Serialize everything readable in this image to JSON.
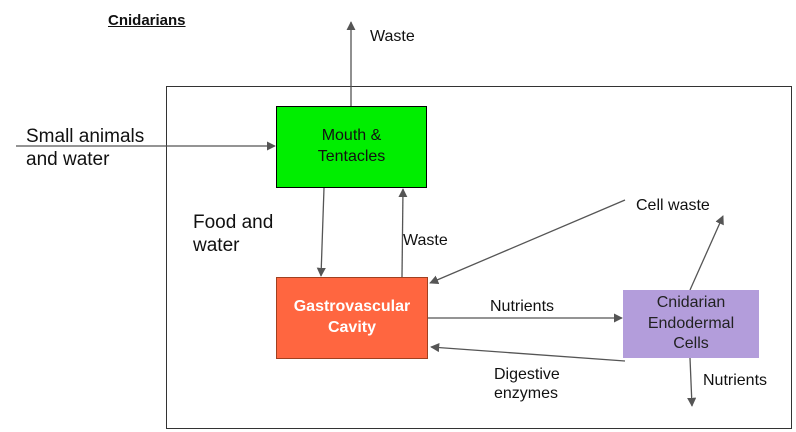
{
  "title": "Cnidarians",
  "input_label": [
    "Small animals",
    "and water"
  ],
  "food_label": [
    "Food and",
    "water"
  ],
  "boxes": {
    "mouth": [
      "Mouth &",
      "Tentacles"
    ],
    "gastro": [
      "Gastrovascular",
      "Cavity"
    ],
    "cnidarian": [
      "Cnidarian",
      "Endodermal",
      "Cells"
    ]
  },
  "labels": {
    "waste_top": "Waste",
    "waste_mid": "Waste",
    "cell_waste": "Cell waste",
    "nutrients_mid": "Nutrients",
    "nutrients_out": "Nutrients",
    "digestive": [
      "Digestive",
      "enzymes"
    ]
  },
  "colors": {
    "mouth_fill": "#00ee00",
    "gastro_fill": "#ff6640",
    "cnidarian_fill": "#b39ddb",
    "arrow": "#555555"
  }
}
